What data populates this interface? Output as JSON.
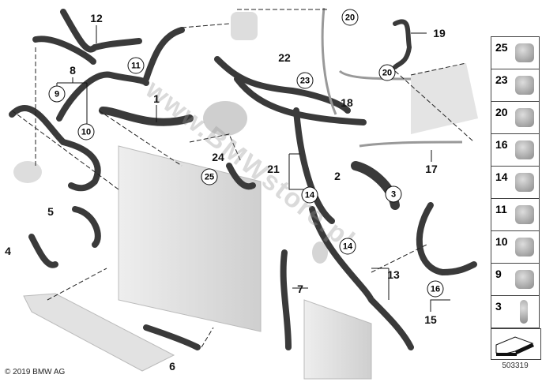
{
  "callouts": {
    "c1": "1",
    "c2": "2",
    "c3": "3",
    "c4": "4",
    "c5": "5",
    "c6": "6",
    "c7": "7",
    "c8": "8",
    "c9": "9",
    "c10": "10",
    "c11": "11",
    "c12": "12",
    "c13": "13",
    "c14a": "14",
    "c14b": "14",
    "c15": "15",
    "c16": "16",
    "c17": "17",
    "c18": "18",
    "c19": "19",
    "c20a": "20",
    "c20b": "20",
    "c21": "21",
    "c22": "22",
    "c23": "23",
    "c24": "24",
    "c25": "25"
  },
  "legend": [
    "25",
    "23",
    "20",
    "16",
    "14",
    "11",
    "10",
    "9",
    "3"
  ],
  "diagram_number": "503319",
  "copyright": "© 2019 BMW AG",
  "watermark": "www.BMWstore.pl",
  "colors": {
    "hose": "#3a3a3a",
    "part": "#c8c8c8"
  }
}
